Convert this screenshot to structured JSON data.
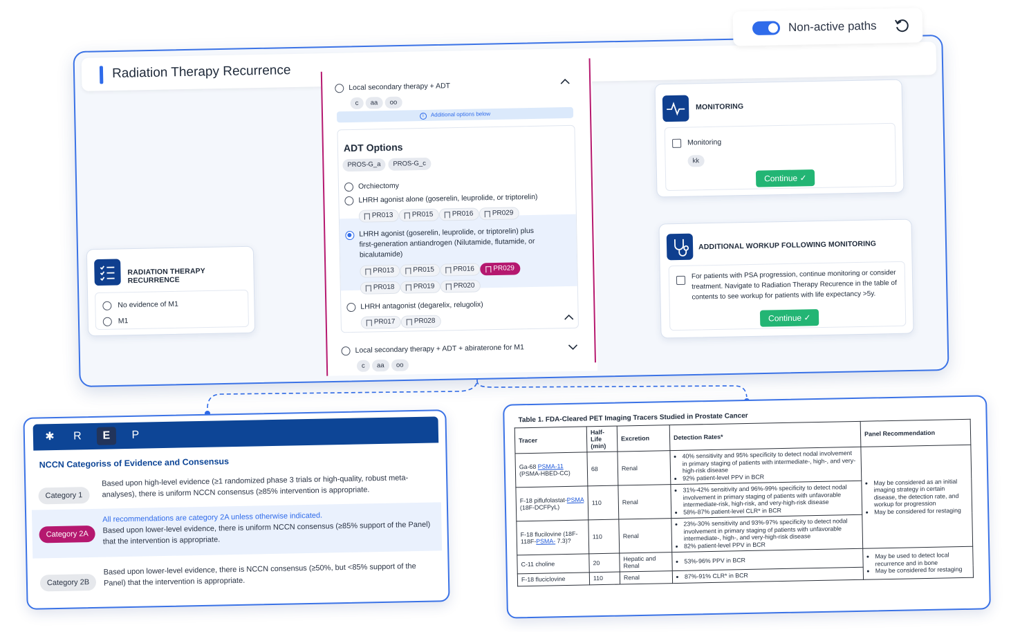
{
  "topbar": {
    "toggle_label": "Non-active paths"
  },
  "window": {
    "title": "Radiation Therapy Recurrence"
  },
  "rt_node": {
    "title": "RADIATION THERAPY RECURRENCE",
    "options": [
      "No evidence of M1",
      "M1"
    ]
  },
  "center": {
    "local_adt": {
      "label": "Local secondary therapy + ADT",
      "chips": [
        "c",
        "aa",
        "oo"
      ]
    },
    "info": "Additional options below",
    "adt": {
      "title": "ADT Options",
      "tags": [
        "PROS-G_a",
        "PROS-G_c"
      ],
      "options": [
        {
          "label": "Orchiectomy"
        },
        {
          "label": "LHRH agonist alone (goserelin, leuprolide, or triptorelin)",
          "refs": [
            "PR013",
            "PR015",
            "PR016",
            "PR029"
          ]
        },
        {
          "label": "LHRH agonist (goserelin, leuprolide, or triptorelin) plus first-generation antiandrogen (Nilutamide, flutamide, or bicalutamide)",
          "refs": [
            "PR013",
            "PR015",
            "PR016",
            "PR029",
            "PR018",
            "PR019",
            "PR020"
          ]
        },
        {
          "label": "LHRH antagonist (degarelix, relugolix)",
          "refs": [
            "PR017",
            "PR028"
          ]
        }
      ]
    },
    "local_adt_abi": {
      "label": "Local secondary therapy + ADT + abiraterone for M1",
      "chips": [
        "c",
        "aa",
        "oo"
      ]
    }
  },
  "monitoring": {
    "title": "MONITORING",
    "option": "Monitoring",
    "chip": "kk",
    "continue": "Continue"
  },
  "workup": {
    "title": "ADDITIONAL WORKUP FOLLOWING MONITORING",
    "text": "For patients with PSA progression, continue monitoring or consider treatment. Navigate to Radiation Therapy Recurence in the table of contents to see workup for patients with life expectancy >5y.",
    "continue": "Continue"
  },
  "evidence": {
    "tabs": [
      "✱",
      "R",
      "E",
      "P"
    ],
    "heading": "NCCN Categoriss of Evidence and Consensus",
    "rows": [
      {
        "pill": "Category 1",
        "note": "",
        "text": "Based upon high-level evidence (≥1 randomized phase 3 trials or high-quality, robust meta-analyses), there is uniform NCCN consensus (≥85% intervention is appropriate."
      },
      {
        "pill": "Category 2A",
        "note": "All recommendations are category 2A unless otherwise indicated.",
        "text": "Based upon lower-level evidence, there is uniform NCCN consensus (≥85% support of the Panel) that the intervention is appropriate."
      },
      {
        "pill": "Category 2B",
        "note": "",
        "text": "Based upon lower-level evidence, there is NCCN consensus (≥50%, but <85% support of the Panel) that the intervention is appropriate."
      }
    ]
  },
  "pet_table": {
    "title": "Table 1. FDA-Cleared PET Imaging Tracers Studied in Prostate Cancer",
    "headers": [
      "Tracer",
      "Half-Life (min)",
      "Excretion",
      "Detection Rates*",
      "Panel Recommendation"
    ],
    "rows": [
      {
        "tracer_a": "Ga-68 ",
        "tracer_link": "PSMA-11",
        "tracer_b": " (PSMA-HBED-CC)",
        "half_life": "68",
        "excretion": "Renal",
        "rates": [
          "40% sensitivity and 95% specificity to detect nodal involvement in primary staging of patients with intermediate-, high-, and very-high-risk disease",
          "92% patient-level PPV in BCR"
        ]
      },
      {
        "tracer_a": "F-18 piflufolastat-",
        "tracer_link": "PSMA",
        "tracer_b": " (18F-DCFPyL)",
        "half_life": "110",
        "excretion": "Renal",
        "rates": [
          "31%-42% sensitivity and 96%-99% specificity to detect nodal involvement in primary staging of patients with unfavorable intermediate-risk, high-risk, and very-high-risk disease",
          "58%-87% patient-level CLR* in BCR"
        ]
      },
      {
        "tracer_a": "F-18 flucilovine (18F-118F-",
        "tracer_link": "PSMA-",
        "tracer_b": " 7.3)?",
        "half_life": "110",
        "excretion": "Renal",
        "rates": [
          "23%-30% sensitivity and 93%-97% specificity to detect nodal involvement in primary staging of patients with unfavorable intermediate-, high-, and very-high-risk disease",
          "82% patient-level PPV in BCR"
        ]
      },
      {
        "tracer_a": "C-11 choline",
        "tracer_link": "",
        "tracer_b": "",
        "half_life": "20",
        "excretion": "Hepatic and Renal",
        "rates": [
          "53%-96% PPV in BCR"
        ]
      },
      {
        "tracer_a": "F-18 fluciclovine",
        "tracer_link": "",
        "tracer_b": "",
        "half_life": "110",
        "excretion": "Renal",
        "rates": [
          "87%-91% CLR* in BCR"
        ]
      }
    ],
    "recommendations": {
      "group1": [
        "May be considered as an initial imaging strategy in certain disease, the detection rate, and workup for progression",
        "May be considered for restaging"
      ],
      "group2": [
        "May be used to detect local recurrence and in bone",
        "May be considered for restaging"
      ]
    }
  },
  "colors": {
    "accent": "#2f6bea",
    "navy": "#0d4596",
    "magenta": "#b5186f",
    "green": "#23b574"
  }
}
